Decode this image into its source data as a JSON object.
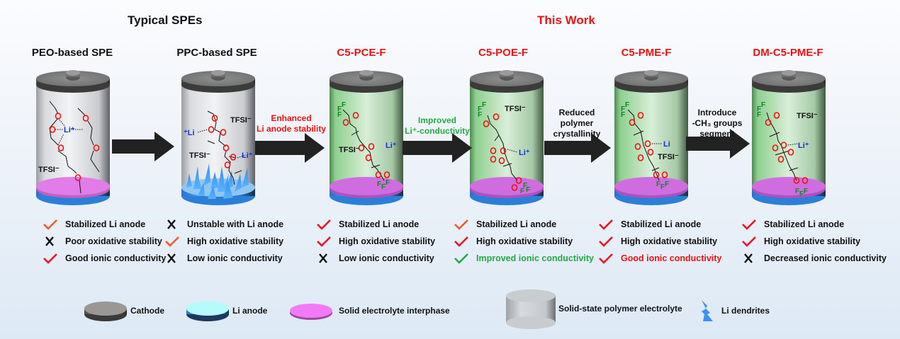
{
  "header": {
    "typical_title": "Typical SPEs",
    "this_work_title": "This Work"
  },
  "colors": {
    "accent_red": "#ee1111",
    "accent_green": "#22aa44",
    "li_blue": "#1133dd",
    "fluorine_green": "#118822",
    "oxygen_red": "#ee1111"
  },
  "columns": [
    {
      "title": "PEO-based SPE",
      "title_color": "black",
      "electrolyte": "clear",
      "bottom_layer": "sei",
      "labels": {
        "li": "Li⁺",
        "tfsi": "TFSI⁻"
      },
      "properties": [
        {
          "mark": "check",
          "text": "Stabilized Li anode",
          "text_color": "black"
        },
        {
          "mark": "cross",
          "text": "Poor oxidative stability",
          "text_color": "black"
        },
        {
          "mark": "check",
          "text": "Good ionic conductivity",
          "text_color": "black"
        }
      ]
    },
    {
      "title": "PPC-based SPE",
      "title_color": "black",
      "electrolyte": "clear",
      "bottom_layer": "dendrites",
      "labels": {
        "li_left": "⁺Li",
        "li_right": "Li⁺",
        "tfsi_top": "TFSI⁻",
        "tfsi_mid": "TFSI⁻"
      },
      "properties": [
        {
          "mark": "cross",
          "text": "Unstable with Li anode",
          "text_color": "black"
        },
        {
          "mark": "check",
          "text": "High oxidative stability",
          "text_color": "black"
        },
        {
          "mark": "cross",
          "text": "Low ionic conductivity",
          "text_color": "black"
        }
      ]
    },
    {
      "title": "C5-PCE-F",
      "title_color": "red",
      "electrolyte": "green",
      "bottom_layer": "sei",
      "labels": {
        "li": "Li⁺",
        "tfsi": "TFSI⁻"
      },
      "properties": [
        {
          "mark": "check",
          "text": "Stabilized Li anode",
          "text_color": "black"
        },
        {
          "mark": "check",
          "text": "High oxidative stability",
          "text_color": "black"
        },
        {
          "mark": "cross",
          "text": "Low ionic conductivity",
          "text_color": "black"
        }
      ]
    },
    {
      "title": "C5-POE-F",
      "title_color": "red",
      "electrolyte": "green",
      "bottom_layer": "sei",
      "labels": {
        "li": "Li⁺",
        "tfsi": "TFSI⁻"
      },
      "properties": [
        {
          "mark": "check",
          "text": "Stabilized Li anode",
          "text_color": "black"
        },
        {
          "mark": "check",
          "text": "High oxidative stability",
          "text_color": "black"
        },
        {
          "mark": "check-green",
          "text": "Improved ionic conductivity",
          "text_color": "green"
        }
      ]
    },
    {
      "title": "C5-PME-F",
      "title_color": "red",
      "electrolyte": "green",
      "bottom_layer": "sei",
      "labels": {
        "li": "Li",
        "tfsi": "TFSI⁻"
      },
      "properties": [
        {
          "mark": "check",
          "text": "Stabilized Li anode",
          "text_color": "black"
        },
        {
          "mark": "check",
          "text": "High oxidative stability",
          "text_color": "black"
        },
        {
          "mark": "check",
          "text": "Good ionic conductivity",
          "text_color": "red"
        }
      ]
    },
    {
      "title": "DM-C5-PME-F",
      "title_color": "red",
      "electrolyte": "green",
      "bottom_layer": "sei",
      "labels": {
        "li": "Li⁺",
        "tfsi": "TFSI⁻"
      },
      "properties": [
        {
          "mark": "check",
          "text": "Stabilized Li anode",
          "text_color": "black"
        },
        {
          "mark": "check",
          "text": "High oxidative stability",
          "text_color": "black"
        },
        {
          "mark": "cross",
          "text": "Decreased ionic conductivity",
          "text_color": "black"
        }
      ]
    }
  ],
  "arrows": [
    {
      "lines": [],
      "color": "black"
    },
    {
      "lines": [
        "Enhanced",
        "Li anode stability"
      ],
      "color": "red"
    },
    {
      "lines": [
        "Improved",
        "Li⁺-conductivity"
      ],
      "color": "green"
    },
    {
      "lines": [
        "Reduced",
        "polymer",
        "crystallinity"
      ],
      "color": "black"
    },
    {
      "lines": [
        "Introduce",
        "-CH₃ groups",
        "segment"
      ],
      "color": "black"
    }
  ],
  "legend": [
    {
      "icon": "cathode-disc-icon",
      "label": "Cathode"
    },
    {
      "icon": "li-anode-disc-icon",
      "label": "Li anode"
    },
    {
      "icon": "sei-disc-icon",
      "label": "Solid electrolyte interphase"
    },
    {
      "icon": "spe-cylinder-icon",
      "label": "Solid-state polymer electrolyte"
    },
    {
      "icon": "li-dendrite-icon",
      "label": "Li dendrites"
    }
  ]
}
